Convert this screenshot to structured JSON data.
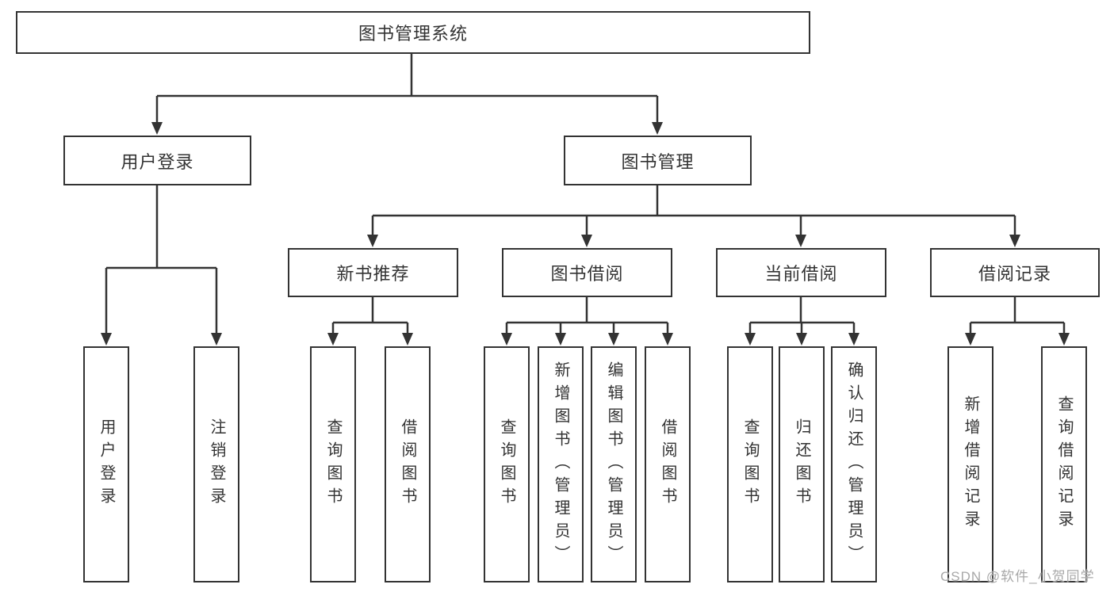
{
  "diagram_title": "图书管理系统",
  "nodes": {
    "root": "图书管理系统",
    "user_login": "用户登录",
    "book_mgmt": "图书管理"
  },
  "groups": {
    "login": {
      "leaves": [
        "用户登录",
        "注销登录"
      ]
    },
    "new_books": {
      "label": "新书推荐",
      "leaves": [
        "查询图书",
        "借阅图书"
      ]
    },
    "borrow": {
      "label": "图书借阅",
      "leaves": [
        "查询图书",
        "新增图书（管理员）",
        "编辑图书（管理员）",
        "借阅图书"
      ]
    },
    "current": {
      "label": "当前借阅",
      "leaves": [
        "查询图书",
        "归还图书",
        "确认归还（管理员）"
      ]
    },
    "records": {
      "label": "借阅记录",
      "leaves": [
        "新增借阅记录",
        "查询借阅记录"
      ]
    }
  },
  "watermark": "CSDN @软件_小贺同学",
  "colors": {
    "line": "#333333",
    "box_border": "#333333",
    "text": "#333333",
    "background": "#ffffff",
    "watermark": "#a8a8a8"
  }
}
